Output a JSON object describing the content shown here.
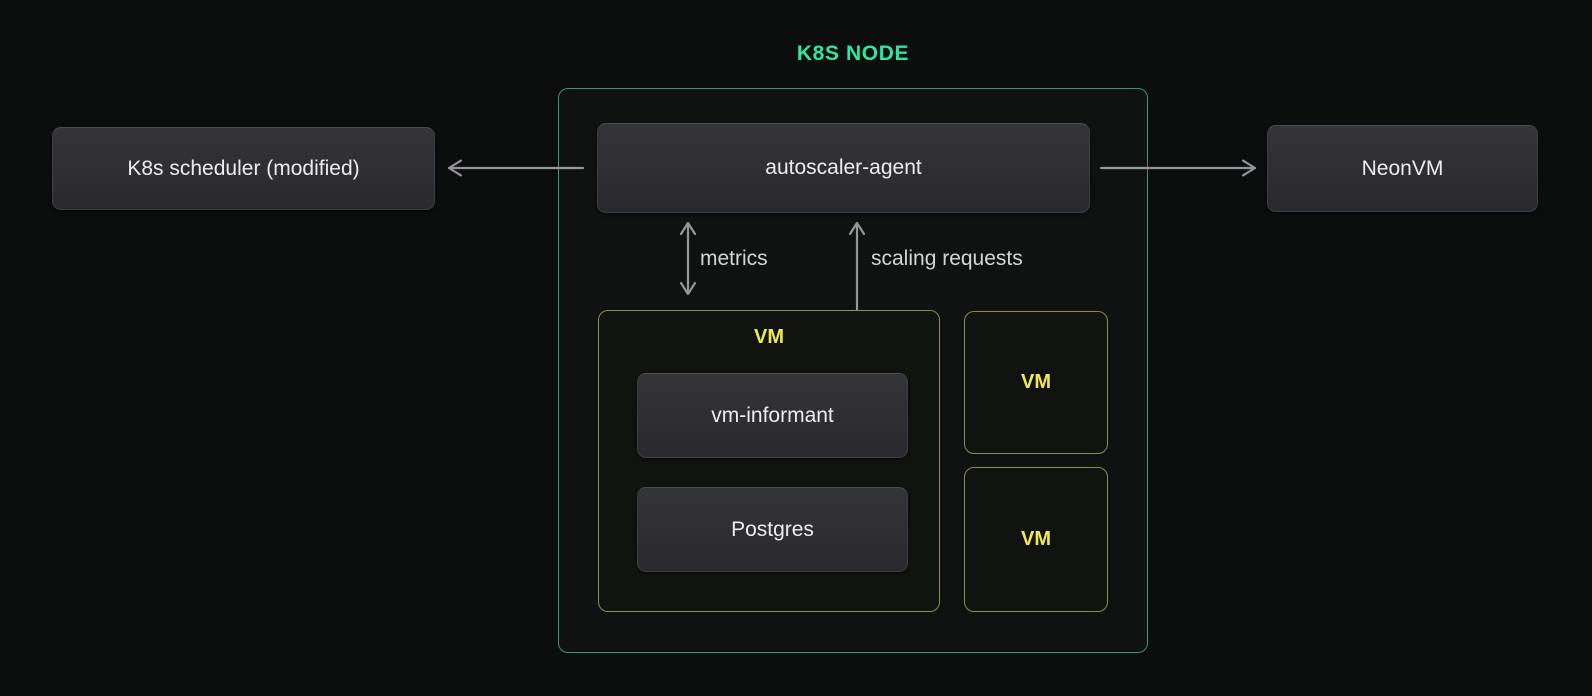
{
  "title": "K8S NODE",
  "nodes": {
    "scheduler": "K8s scheduler (modified)",
    "autoscaler_agent": "autoscaler-agent",
    "neonvm": "NeonVM",
    "vm_informant": "vm-informant",
    "postgres": "Postgres"
  },
  "vm_groups": {
    "main_title": "VM",
    "small_top": "VM",
    "small_bottom": "VM"
  },
  "edge_labels": {
    "metrics": "metrics",
    "scaling_requests": "scaling requests"
  },
  "colors": {
    "background": "#0c0d0d",
    "node_fill_top": "#343438",
    "node_fill_bottom": "#2a2a2e",
    "node_border": "#3e3e42",
    "node_border_top": "#4c4c50",
    "node_text": "#ececee",
    "green_accent": "#35957a",
    "green_title": "#2de6a0",
    "yellow_border": "#8f8a44",
    "yellow_text": "#f2e94e",
    "arrow": "#96969a",
    "edge_label_text": "#d5d5d7"
  }
}
